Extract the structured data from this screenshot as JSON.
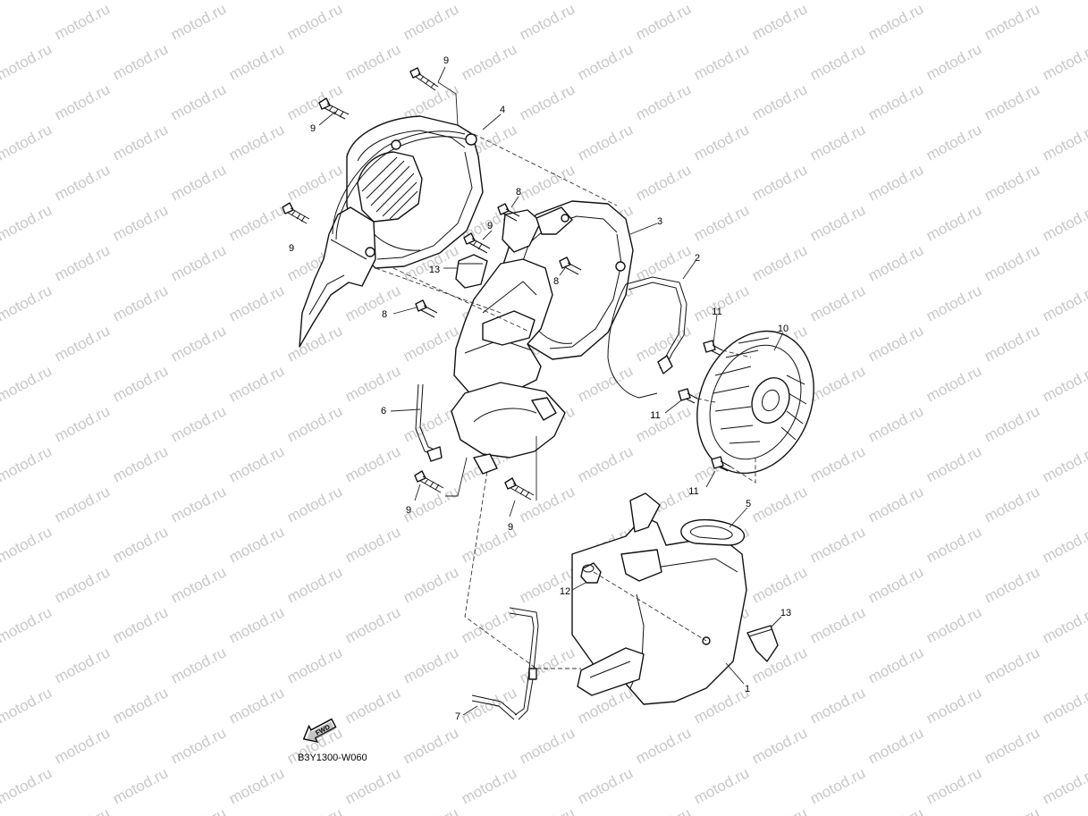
{
  "watermark": {
    "text": "motod.ru",
    "color": "#c8c8c8"
  },
  "diagram_code": "B3Y1300-W060",
  "fwd_label": "FWD",
  "callouts": {
    "c1": "1",
    "c2": "2",
    "c3": "3",
    "c4": "4",
    "c5": "5",
    "c6": "6",
    "c7": "7",
    "c8a": "8",
    "c8b": "8",
    "c8c": "8",
    "c9a": "9",
    "c9b": "9",
    "c9c": "9",
    "c9d": "9",
    "c9e": "9",
    "c9f": "9",
    "c10": "10",
    "c11a": "11",
    "c11b": "11",
    "c11c": "11",
    "c12": "12",
    "c13a": "13",
    "c13b": "13"
  }
}
